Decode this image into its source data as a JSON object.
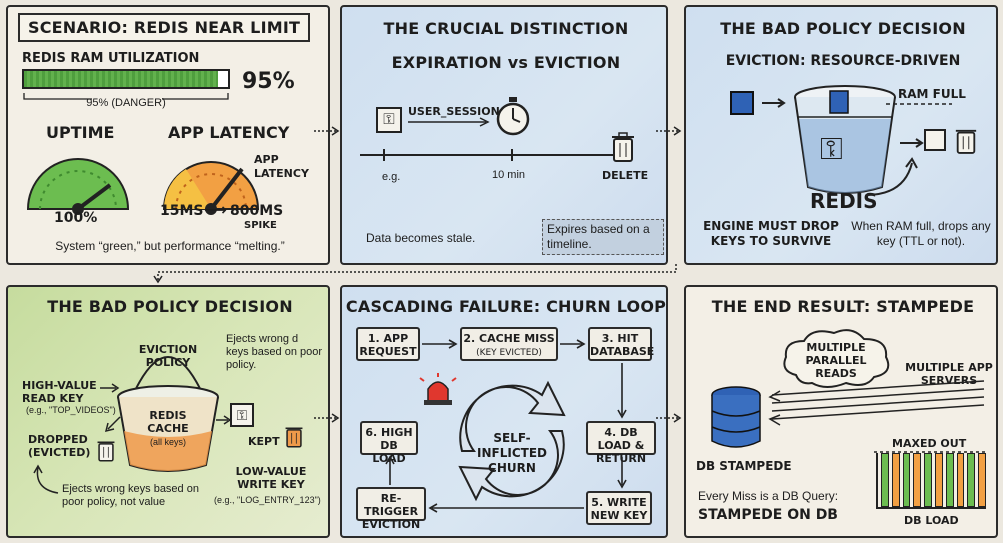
{
  "p1": {
    "title": "SCENARIO: REDIS NEAR LIMIT",
    "ram_label": "REDIS RAM UTILIZATION",
    "ram_percent": "95%",
    "ram_fraction": 0.95,
    "ram_note": "95% (DANGER)",
    "uptime_label": "UPTIME",
    "uptime_value": "100%",
    "latency_label": "APP LATENCY",
    "latency_sub": "APP LATENCY",
    "latency_from": "15ms",
    "latency_to": "800ms",
    "latency_spike": "SPIKE",
    "caption": "System “green,” but performance “melting.”"
  },
  "p2": {
    "title": "THE CRUCIAL DISTINCTION",
    "subtitle": "EXPIRATION vs EVICTION",
    "key_label": "USER_SESSION",
    "eg": "e.g.",
    "ttl": "10 min",
    "delete": "DELETE",
    "stale": "Data becomes stale.",
    "expires": "Expires based on a timeline."
  },
  "p3": {
    "title": "THE BAD POLICY DECISION",
    "subtitle": "EVICTION: RESOURCE-DRIVEN",
    "ram_full": "RAM FULL",
    "redis": "REDIS",
    "engine": "ENGINE MUST DROP KEYS TO SURVIVE",
    "when": "When RAM full, drops any key (TTL or not)."
  },
  "p4": {
    "title": "THE BAD POLICY DECISION",
    "policy": "EVICTION POLICY",
    "ejects_top": "Ejects wrong d keys based on poor policy.",
    "high_value": "HIGH-VALUE READ KEY",
    "high_eg": "(e.g., \"TOP_VIDEOS\")",
    "cache": "REDIS CACHE",
    "cache_sub": "(all keys)",
    "dropped": "DROPPED (EVICTED)",
    "kept": "KEPT",
    "low_value": "LOW-VALUE WRITE KEY",
    "low_eg": "(e.g., \"LOG_ENTRY_123\")",
    "ejects_bottom": "Ejects wrong keys based on poor policy, not value"
  },
  "p5": {
    "title": "CASCADING FAILURE: CHURN LOOP",
    "step1": "1. APP REQUEST",
    "step2": "2. CACHE MISS",
    "step2_sub": "(KEY EVICTED)",
    "step3": "3. HIT DATABASE",
    "step4": "4. DB LOAD & RETURN",
    "step5": "5. WRITE NEW KEY",
    "step6": "6. HIGH DB LOAD",
    "retrigger": "RE-TRIGGER EVICTION",
    "center": "SELF-INFLICTED CHURN"
  },
  "p6": {
    "title": "THE END RESULT: STAMPEDE",
    "cloud": "MULTIPLE PARALLEL READS",
    "servers": "MULTIPLE APP SERVERS",
    "db": "DB STAMPEDE",
    "maxed": "MAXED OUT",
    "miss": "Every Miss is a DB Query:",
    "stampede": "STAMPEDE ON DB",
    "dbload": "DB LOAD"
  },
  "colors": {
    "green": "#5cae48",
    "orange": "#ee8a30",
    "red": "#e0372e",
    "blue_key": "#2f62b5"
  }
}
